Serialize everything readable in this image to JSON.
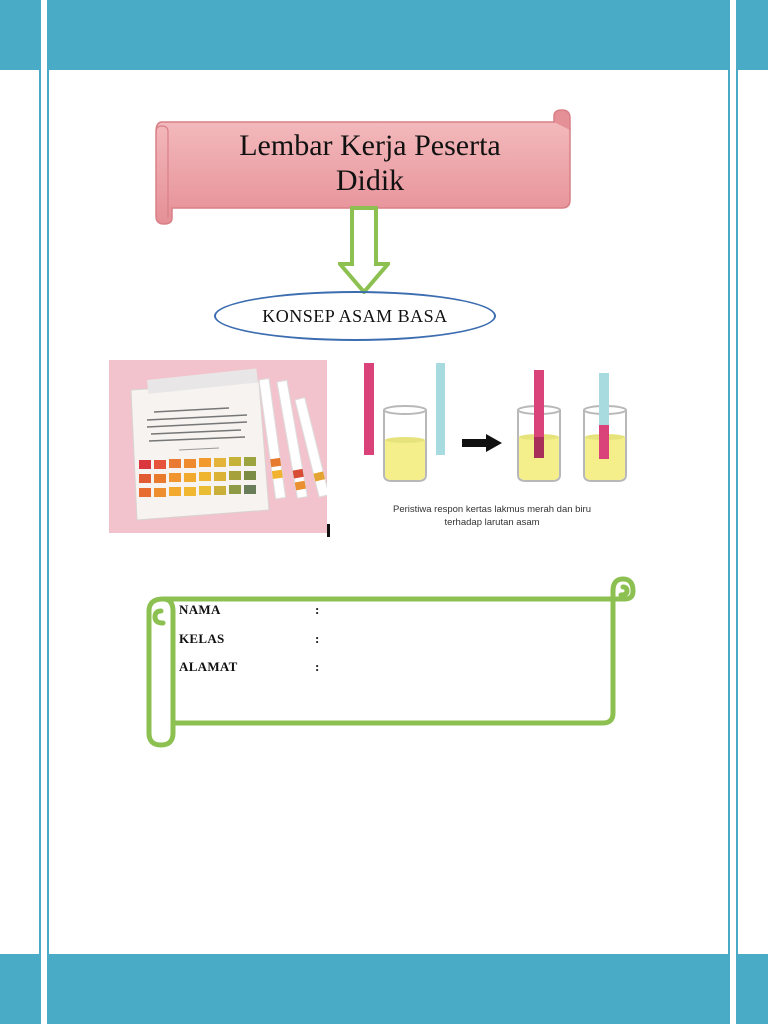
{
  "page": {
    "title": "Lembar Kerja Peserta\nDidik",
    "concept": "KONSEP ASAM BASA"
  },
  "colors": {
    "frame": "#4aabc6",
    "banner": "#eaa3a8",
    "arrow": "#8cc152",
    "oval_border": "#3c6db0",
    "scroll": "#8cc152"
  },
  "figure_litmus": {
    "caption": "Peristiwa respon kertas lakmus merah dan biru\nterhadap larutan asam"
  },
  "form": {
    "fields": [
      {
        "label": "NAMA",
        "colon": ":"
      },
      {
        "label": "KELAS",
        "colon": ":"
      },
      {
        "label": "ALAMAT",
        "colon": ":"
      }
    ]
  }
}
